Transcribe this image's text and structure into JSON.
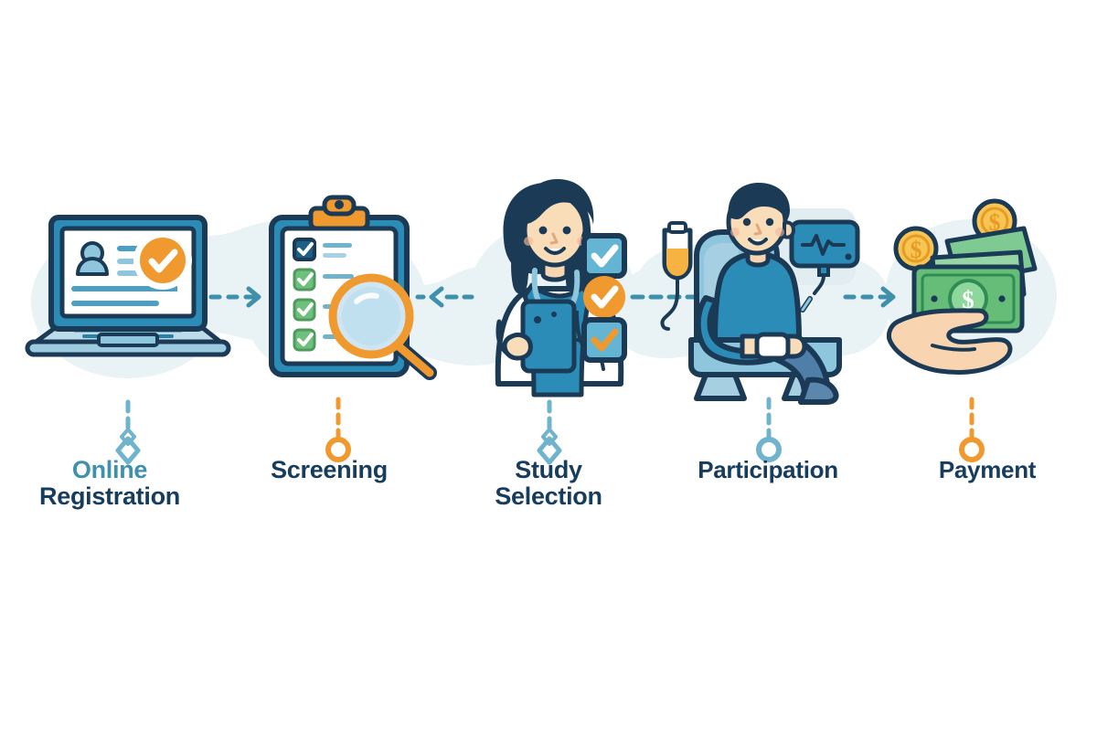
{
  "graphic": {
    "kind": "process-flow-infographic",
    "title_visible": false,
    "background_color": "#ffffff",
    "blob_color": "#e9f2f4",
    "palette": {
      "navy": "#163c5e",
      "dark_outline": "#1b3a55",
      "blue": "#2b8cb8",
      "light_blue": "#8ec6de",
      "pale_blue": "#bcdcea",
      "teal_accent": "#3f90ab",
      "orange": "#f0992f",
      "orange_dark": "#e08a22",
      "green": "#6ec07c",
      "money_green": "#66bd78",
      "money_green_dark": "#2f8c55",
      "skin": "#f6d5b0",
      "skin_deep": "#f3c39a",
      "white": "#ffffff"
    }
  },
  "steps": [
    {
      "id": "online-registration",
      "index": 1,
      "label_lines": [
        "Online",
        "Registration"
      ],
      "label_accent_first_line": true,
      "icon_name": "laptop-registration-icon",
      "connector_color": "#6fb3cc",
      "marker_shape": "diamond-ring"
    },
    {
      "id": "screening",
      "index": 2,
      "label_lines": [
        "Screening"
      ],
      "label_accent_first_line": false,
      "icon_name": "clipboard-magnifier-icon",
      "connector_color": "#f0992f",
      "marker_shape": "circle-ring"
    },
    {
      "id": "study-selection",
      "index": 3,
      "label_lines": [
        "Study",
        "Selection"
      ],
      "label_accent_first_line": false,
      "icon_name": "doctor-checklist-icon",
      "connector_color": "#6fb3cc",
      "marker_shape": "diamond-ring"
    },
    {
      "id": "participation",
      "index": 4,
      "label_lines": [
        "Participation"
      ],
      "label_accent_first_line": false,
      "icon_name": "patient-infusion-chair-icon",
      "connector_color": "#6fb3cc",
      "marker_shape": "circle-ring"
    },
    {
      "id": "payment",
      "index": 5,
      "label_lines": [
        "Payment"
      ],
      "label_accent_first_line": false,
      "icon_name": "hand-holding-money-icon",
      "connector_color": "#f0992f",
      "marker_shape": "circle-ring"
    }
  ],
  "arrows": [
    {
      "id": "arrow-1",
      "from": "online-registration",
      "to": "screening",
      "direction": "right",
      "style": "dashed",
      "color": "#3f90ab",
      "has_head": true
    },
    {
      "id": "arrow-2",
      "from": "screening",
      "to": "study-selection",
      "direction": "left",
      "style": "dashed",
      "color": "#3f90ab",
      "has_head": true
    },
    {
      "id": "arrow-3",
      "from": "study-selection",
      "to": "participation",
      "direction": "right",
      "style": "dashed",
      "color": "#3f90ab",
      "has_head": false
    },
    {
      "id": "arrow-4",
      "from": "participation",
      "to": "payment",
      "direction": "right",
      "style": "dashed",
      "color": "#3f90ab",
      "has_head": true
    }
  ]
}
